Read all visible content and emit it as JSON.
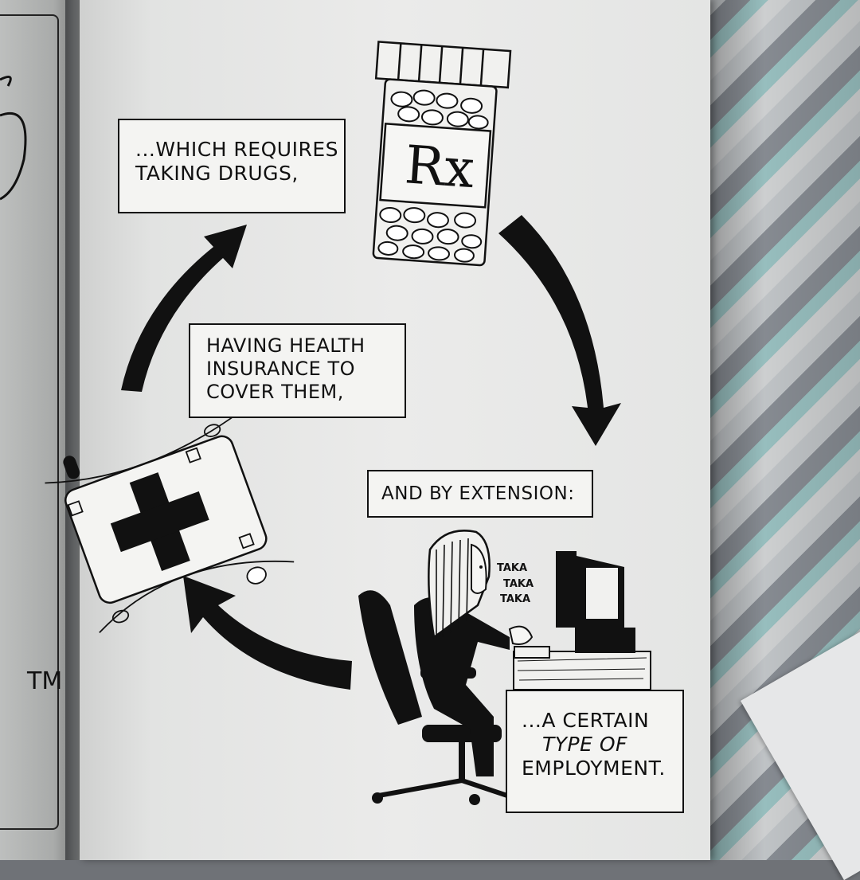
{
  "captions": {
    "drugs": [
      "...WHICH REQUIRES",
      "TAKING DRUGS,"
    ],
    "insurance": [
      "HAVING HEALTH",
      "INSURANCE TO",
      "COVER THEM,"
    ],
    "extension": "AND BY EXTENSION:",
    "employment": [
      "...A CERTAIN",
      "TYPE OF",
      "EMPLOYMENT."
    ]
  },
  "sound_effect": [
    "TAKA",
    "TAKA",
    "TAKA"
  ],
  "pill_bottle_label": "Rx",
  "left_page_mark": "TM",
  "icons": [
    "pill-bottle-icon",
    "first-aid-card-icon",
    "person-at-computer-icon",
    "cycle-arrow-icon"
  ],
  "colors": {
    "ink": "#111111",
    "paper": "#ebebea"
  }
}
